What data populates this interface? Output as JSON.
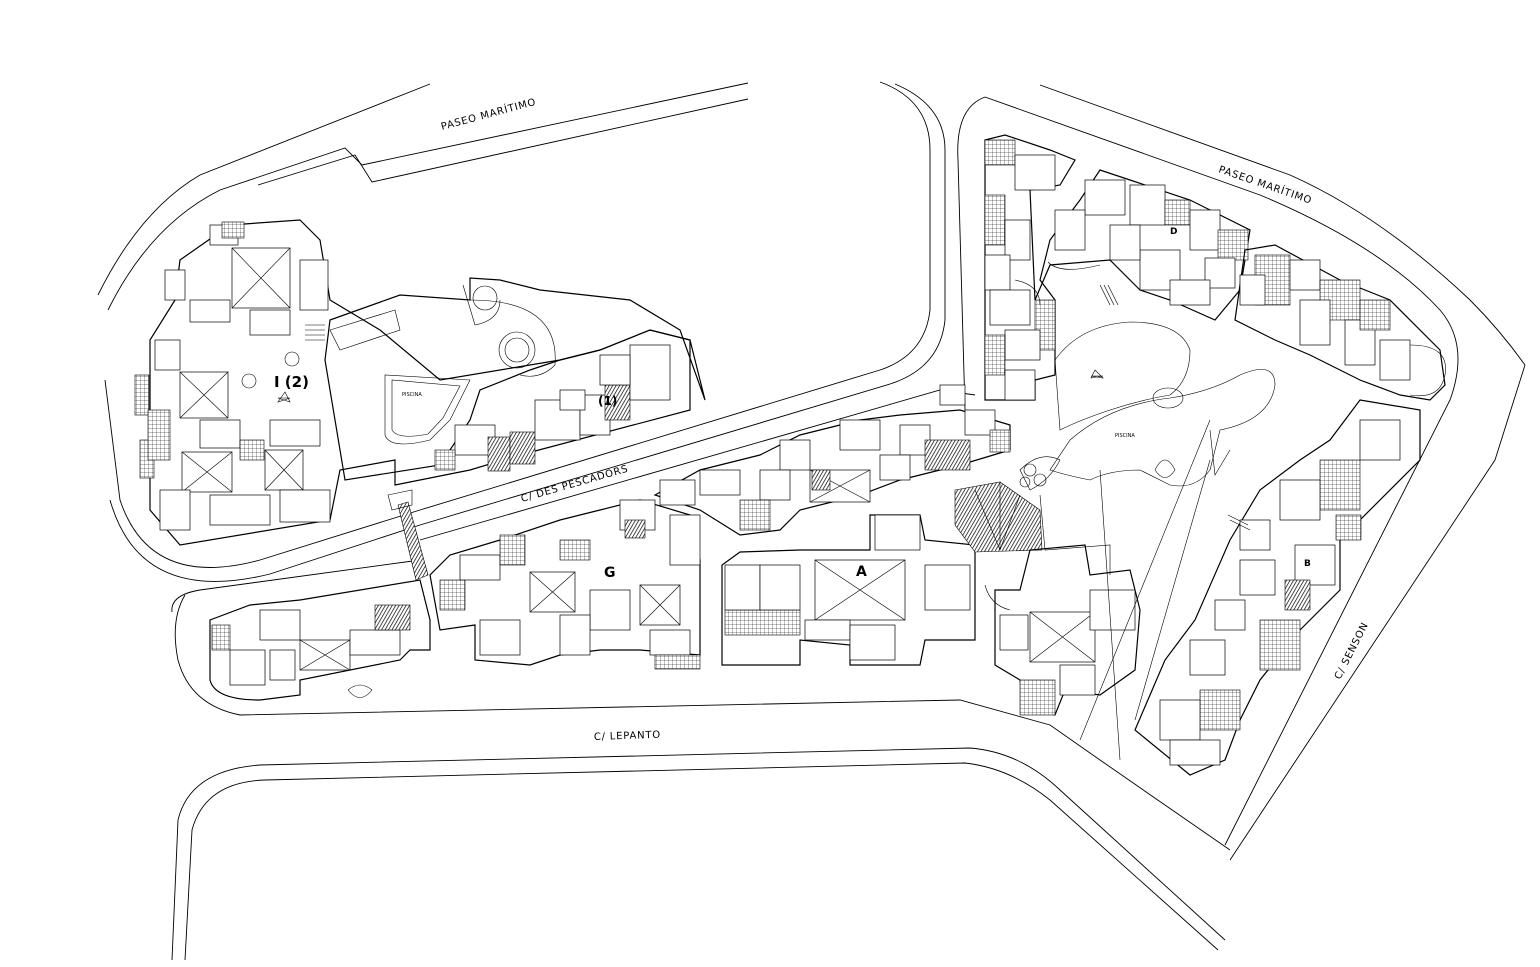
{
  "streets": {
    "paseo_west": "PASEO MARÍTIMO",
    "paseo_east": "PASEO MARÍTIMO",
    "pescadors": "C/ DES PESCADORS",
    "lepanto": "C/ LEPANTO",
    "senson": "C/ SENSON"
  },
  "blocks": {
    "block_i2": "I (2)",
    "block_i1": "(1)",
    "block_g": "G",
    "block_a": "A",
    "block_d": "D",
    "block_b": "B"
  },
  "pools": {
    "west": "PISCINA",
    "east": "PISCINA"
  }
}
